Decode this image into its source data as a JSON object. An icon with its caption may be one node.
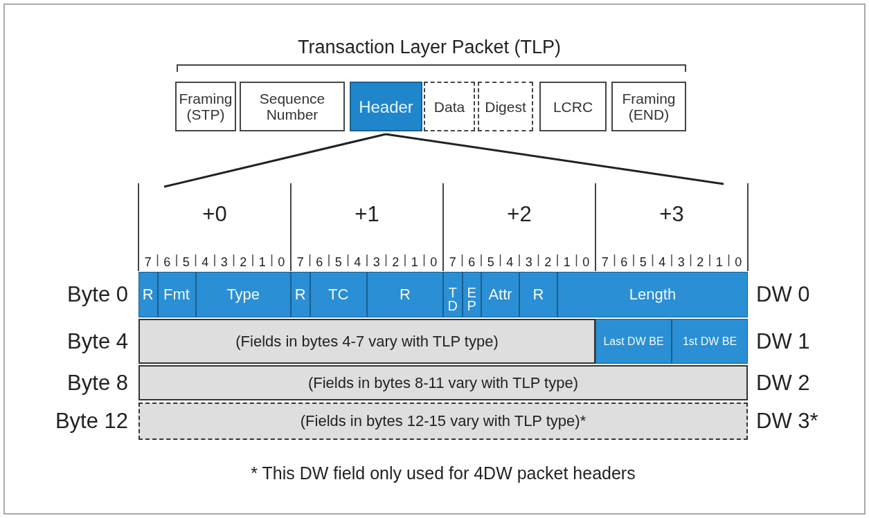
{
  "diagram": {
    "nodes": [
      {
        "text": [
          "Framing (STP)"
        ]
      },
      {
        "text": [
          "Sequence Number"
        ]
      },
      {
        "text": [
          "Header"
        ]
      },
      {
        "text": [
          "Data"
        ]
      },
      {
        "text": [
          "Digest"
        ]
      },
      {
        "text": [
          "LCRC"
        ]
      },
      {
        "text": [
          "Framing (END)"
        ]
      },
      {
        "text": [
          "R"
        ]
      },
      {
        "text": [
          "Fmt"
        ]
      },
      {
        "text": [
          "Type"
        ]
      },
      {
        "text": [
          "R"
        ]
      },
      {
        "text": [
          "TC"
        ]
      },
      {
        "text": [
          "R"
        ]
      },
      {
        "text": [
          "TD"
        ]
      },
      {
        "text": [
          "EP"
        ]
      },
      {
        "text": [
          "Attr"
        ]
      },
      {
        "text": [
          "R"
        ]
      },
      {
        "text": [
          "Length"
        ]
      },
      {
        "text": [
          "(Fields in bytes 4-7 vary with TLP type)"
        ]
      },
      {
        "text": [
          "Last DW BE"
        ]
      },
      {
        "text": [
          "1st DW BE"
        ]
      },
      {
        "text": [
          "(Fields in bytes 8-11 vary with TLP type)"
        ]
      },
      {
        "text": [
          "(Fields in bytes 12-15 vary with TLP type)*"
        ]
      }
    ],
    "edges": [],
    "labels": [
      "Transaction Layer Packet (TLP)",
      "+0",
      "+1",
      "+2",
      "+3",
      "7",
      "6",
      "5",
      "4",
      "3",
      "2",
      "1",
      "0",
      "7",
      "6",
      "5",
      "4",
      "3",
      "2",
      "1",
      "0",
      "7",
      "6",
      "5",
      "4",
      "3",
      "2",
      "1",
      "0",
      "7",
      "6",
      "5",
      "4",
      "3",
      "2",
      "1",
      "0",
      "Byte 0",
      "Byte 4",
      "Byte 8",
      "Byte 12",
      "DW 0",
      "DW 1",
      "DW 2",
      "DW 3*",
      "* This DW field only used for 4DW packet headers"
    ]
  }
}
